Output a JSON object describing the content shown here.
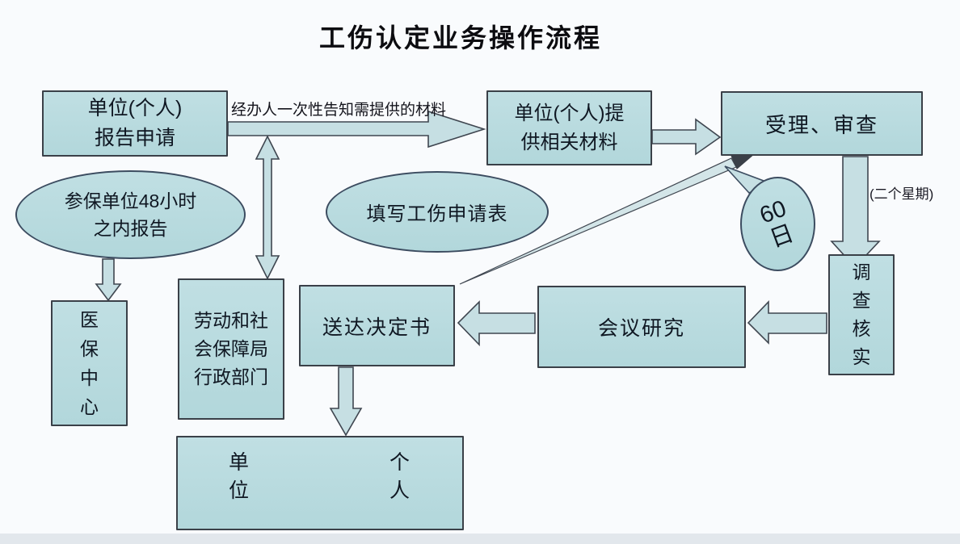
{
  "title": "工伤认定业务操作流程",
  "nodes": {
    "report_apply": {
      "line1": "单位(个人)",
      "line2": "报告申请"
    },
    "provide_materials": {
      "line1": "单位(个人)提",
      "line2": "供相关材料"
    },
    "accept_review": {
      "label": "受理、审查"
    },
    "insured_report": {
      "line1": "参保单位48小时",
      "line2": "之内报告"
    },
    "medical_center": {
      "chars": [
        "医",
        "保",
        "中",
        "心"
      ]
    },
    "labor_bureau": {
      "line1": "劳动和社",
      "line2": "会保障局",
      "line3": "行政部门"
    },
    "fill_form": {
      "label": "填写工伤申请表"
    },
    "sixty_days": {
      "line1": "60",
      "line2": "日"
    },
    "investigate": {
      "chars": [
        "调",
        "查",
        "核",
        "实"
      ]
    },
    "meeting": {
      "label": "会议研究"
    },
    "deliver": {
      "label": "送达决定书"
    },
    "recipients": {
      "unit_chars": [
        "单",
        "位"
      ],
      "person_chars": [
        "个",
        "人"
      ]
    }
  },
  "labels": {
    "notify_materials": "经办人一次性告知需提供的材料",
    "two_weeks": "(二个星期)"
  },
  "colors": {
    "node_fill": "#b6d9dd",
    "node_border": "#3a4048",
    "arrow_fill": "#c6dfe3",
    "background": "#f9fbfd"
  }
}
